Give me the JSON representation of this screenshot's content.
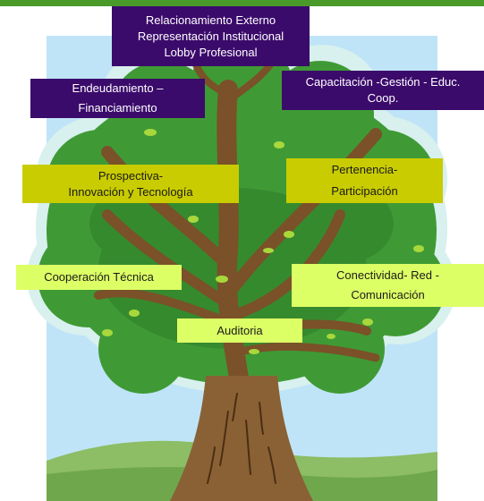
{
  "colors": {
    "top_bar": "#4a9a2a",
    "dark_box": "#3b0b6b",
    "olive_box": "#c9cc00",
    "lime_box": "#ddff66",
    "sky": "#bfe4f7",
    "canopy": "#3f9a35",
    "canopy_edge": "#d8f0ee",
    "trunk": "#8a6134"
  },
  "labels": {
    "external": {
      "line1": "Relacionamiento Externo",
      "line2": "Representación Institucional",
      "line3": "Lobby Profesional"
    },
    "debt": {
      "line1": "Endeudamiento –",
      "line2": "Financiamiento"
    },
    "training": {
      "line1": "Capacitación -Gestión - Educ.",
      "line2": "Coop."
    },
    "prospective": {
      "line1": "Prospectiva-",
      "line2": "Innovación y Tecnología"
    },
    "belonging": {
      "line1": "Pertenencia-",
      "line2": "Participación"
    },
    "cooperation": {
      "line1": "Cooperación Técnica"
    },
    "connectivity": {
      "line1": "Conectividad- Red -",
      "line2": "Comunicación"
    },
    "audit": {
      "line1": "Auditoria"
    }
  }
}
